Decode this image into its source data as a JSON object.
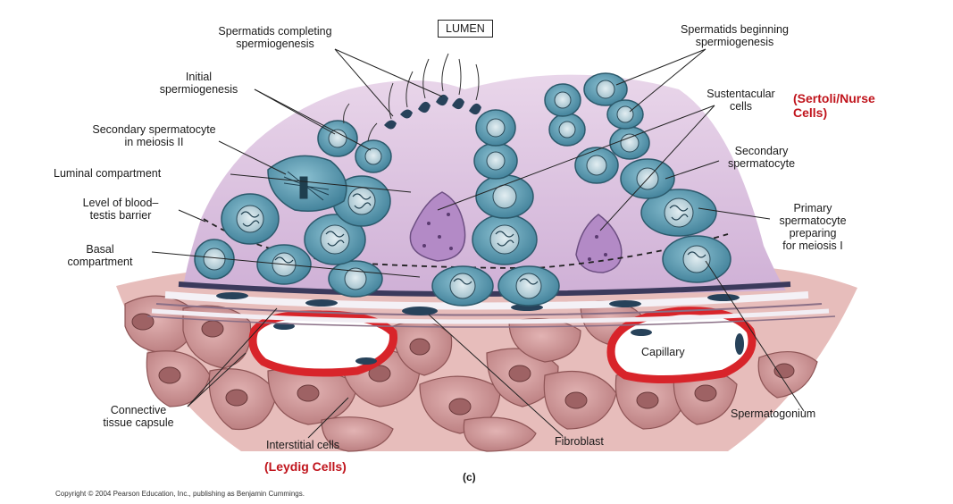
{
  "labels": {
    "lumen": "LUMEN",
    "spermatids_completing": [
      "Spermatids completing",
      "spermiogenesis"
    ],
    "spermatids_beginning": [
      "Spermatids beginning",
      "spermiogenesis"
    ],
    "initial_spermiogenesis": [
      "Initial",
      "spermiogenesis"
    ],
    "secondary_spermatocyte_meiosis": [
      "Secondary spermatocyte",
      "in meiosis II"
    ],
    "luminal_compartment": "Luminal compartment",
    "blood_testis_barrier": [
      "Level of blood–",
      "testis barrier"
    ],
    "basal_compartment": [
      "Basal",
      "compartment"
    ],
    "sustentacular_cells": [
      "Sustentacular",
      "cells"
    ],
    "sertoli_note": [
      "(Sertoli/Nurse",
      "Cells)"
    ],
    "secondary_spermatocyte": [
      "Secondary",
      "spermatocyte"
    ],
    "primary_spermatocyte": [
      "Primary",
      "spermatocyte",
      "preparing",
      "for meiosis I"
    ],
    "capillary": "Capillary",
    "spermatogonium": "Spermatogonium",
    "connective_tissue_capsule": [
      "Connective",
      "tissue capsule"
    ],
    "interstitial_cells": "Interstitial cells",
    "leydig_note": "(Leydig Cells)",
    "fibroblast": "Fibroblast",
    "panel": "(c)"
  },
  "copyright": "Copyright © 2004 Pearson Education, Inc., publishing as Benjamin Cummings.",
  "colors": {
    "tubule": "#d9bfdc",
    "germ_cell": "#5f9fb6",
    "nucleus": "#b9d4de",
    "connective": "#dcaaa8",
    "interstitial_cell": "#c98f91",
    "capillary_wall": "#d8242a",
    "sertoli": "#b38ac6",
    "annotation_red": "#c0141c"
  }
}
